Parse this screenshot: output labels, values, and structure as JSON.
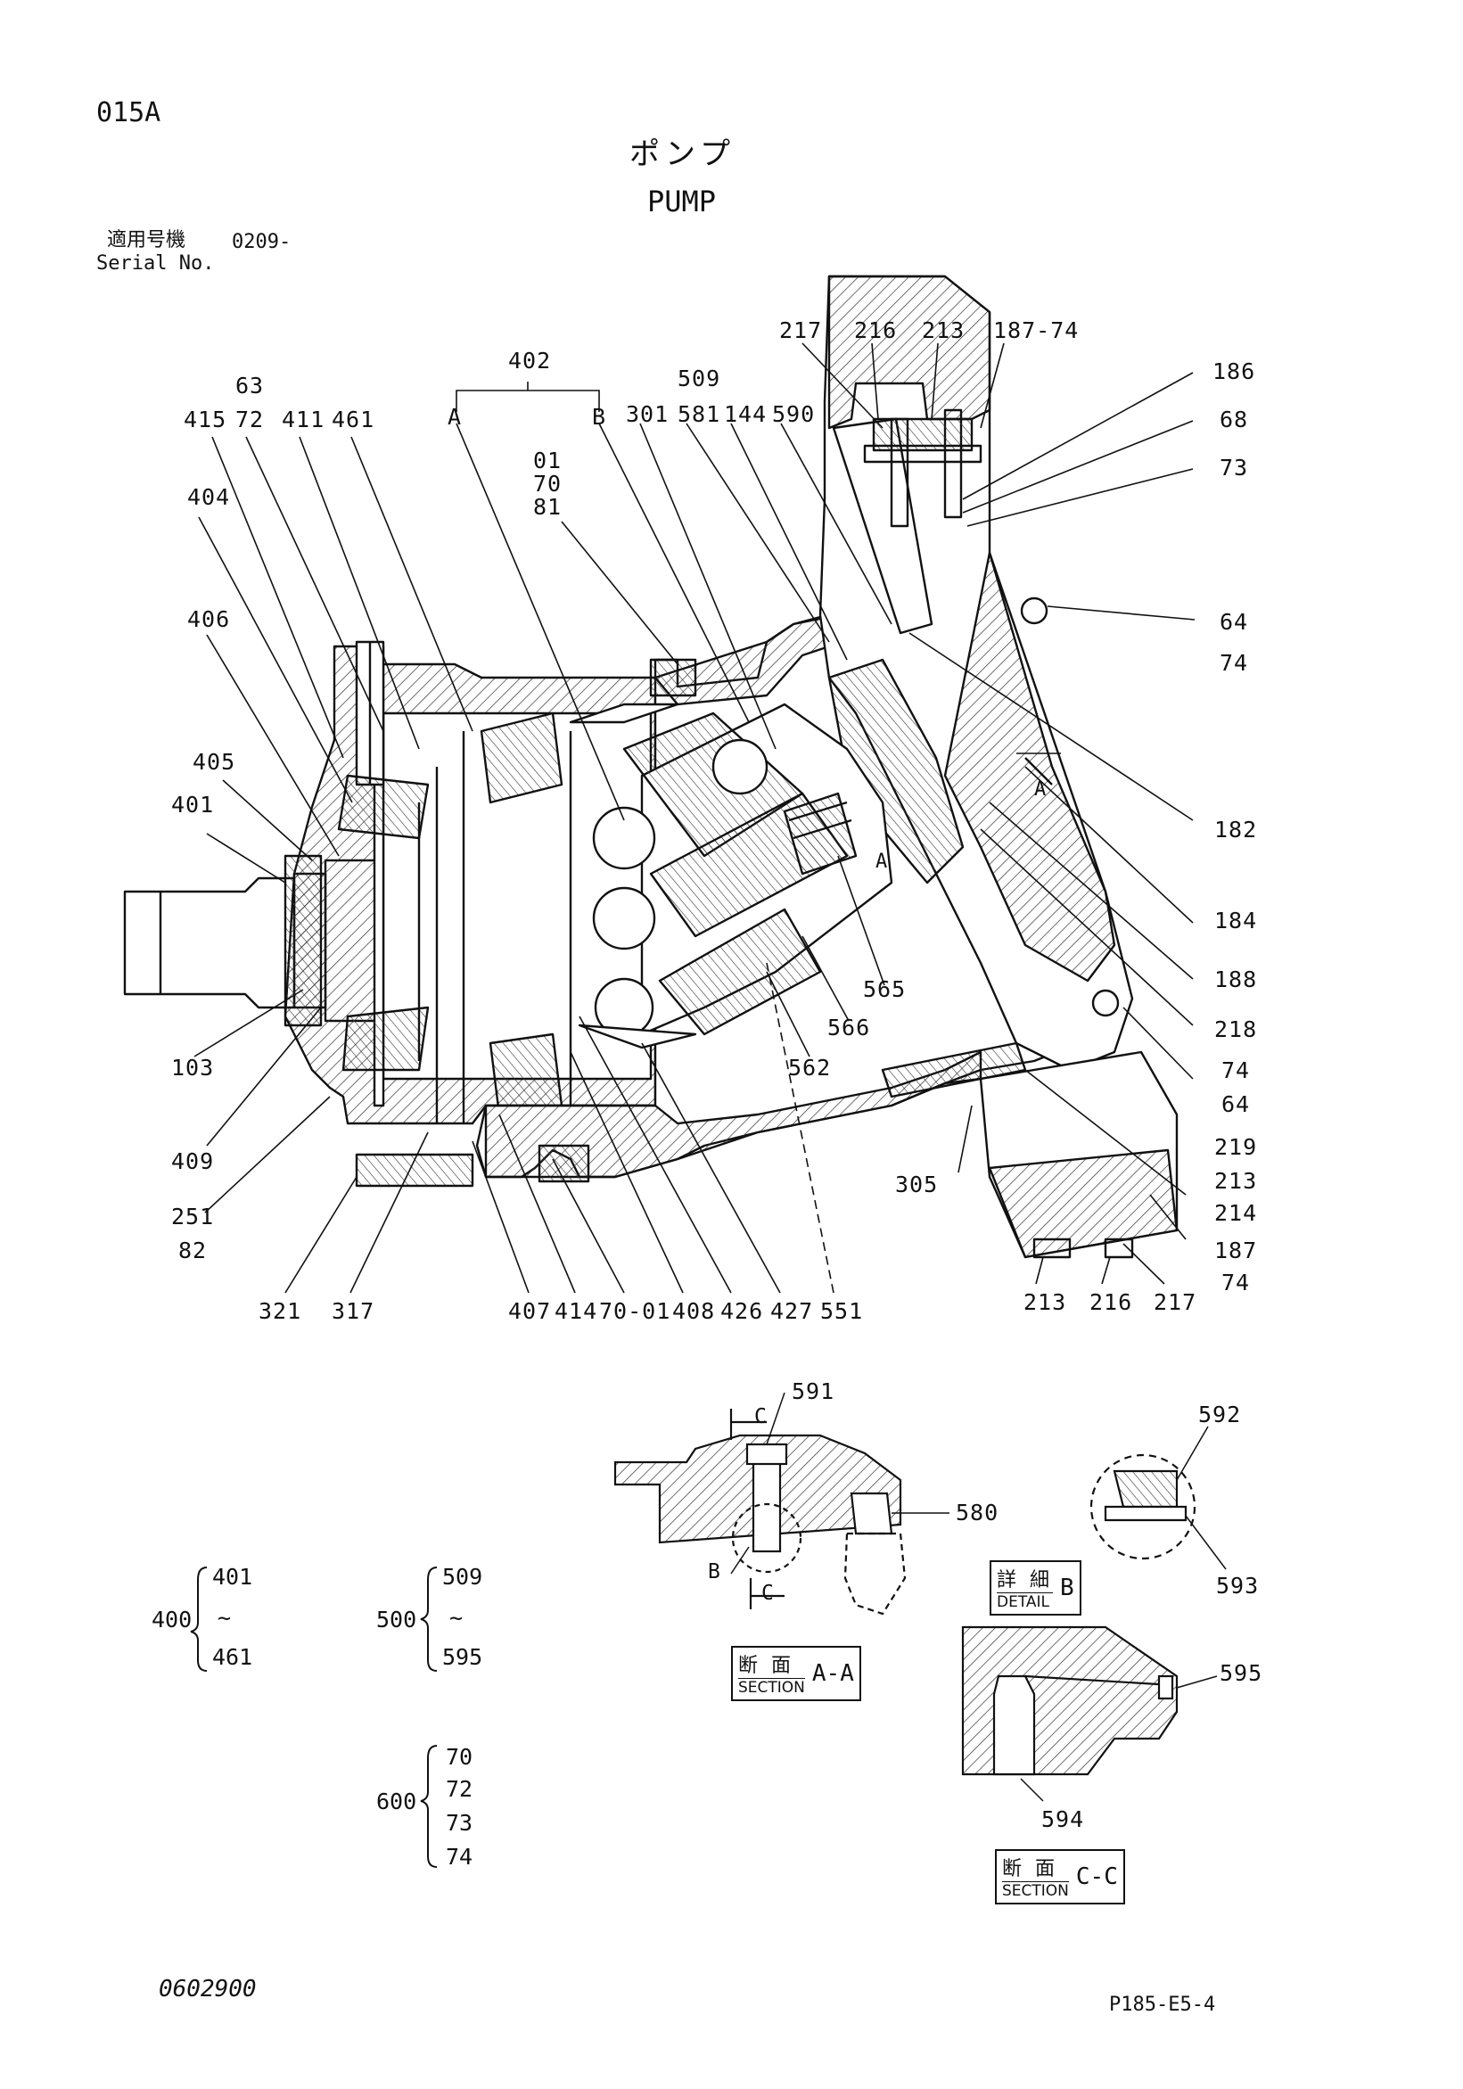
{
  "header": {
    "page_code": "015A",
    "title_jp": "ポンプ",
    "title_en": "PUMP",
    "serial_jp": "適用号機",
    "serial_value": "0209-",
    "serial_en": "Serial No."
  },
  "callouts": {
    "c63": "63",
    "c72": "72",
    "c415": "415",
    "c411": "411",
    "c461": "461",
    "c402": "402",
    "c402a": "A",
    "c402b": "B",
    "c509": "509",
    "c581": "581",
    "c301": "301",
    "c144": "144",
    "c590": "590",
    "c01": "01",
    "c70": "70",
    "c81": "81",
    "c217t": "217",
    "c216t": "216",
    "c213t": "213",
    "c187_74t": "187-74",
    "c186": "186",
    "c68": "68",
    "c73": "73",
    "c64r": "64",
    "c74r": "74",
    "c404": "404",
    "c406": "406",
    "c405": "405",
    "c401": "401",
    "c182": "182",
    "c184": "184",
    "c188": "188",
    "c218": "218",
    "c565": "565",
    "c566": "566",
    "c562": "562",
    "c103": "103",
    "c74b": "74",
    "c64b": "64",
    "c219": "219",
    "c213m": "213",
    "c214": "214",
    "c187b": "187",
    "c74c": "74",
    "c305": "305",
    "c409": "409",
    "c251": "251",
    "c82": "82",
    "c321": "321",
    "c317": "317",
    "c407": "407",
    "c414": "414",
    "c70_01": "70-01",
    "c408": "408",
    "c426": "426",
    "c427": "427",
    "c551": "551",
    "c213b": "213",
    "c216b": "216",
    "c217b": "217",
    "sec_A": "A",
    "sec_Aa": "A"
  },
  "section_aa": {
    "c591": "591",
    "c580": "580",
    "cut_c1": "C",
    "cut_c2": "C",
    "detail_b": "B",
    "jp": "断 面",
    "en": "SECTION",
    "code": "A-A"
  },
  "detail_b": {
    "c592": "592",
    "c593": "593",
    "jp": "詳 細",
    "en": "DETAIL",
    "code": "B"
  },
  "section_cc": {
    "c595": "595",
    "c594": "594",
    "jp": "断 面",
    "en": "SECTION",
    "code": "C-C"
  },
  "groups": [
    {
      "id": "400",
      "first": "401",
      "sep": "~",
      "last": "461"
    },
    {
      "id": "500",
      "first": "509",
      "sep": "~",
      "last": "595"
    },
    {
      "id": "600",
      "items": [
        "70",
        "72",
        "73",
        "74"
      ]
    }
  ],
  "footer": {
    "doc_no": "0602900",
    "page_ref": "P185-E5-4"
  }
}
